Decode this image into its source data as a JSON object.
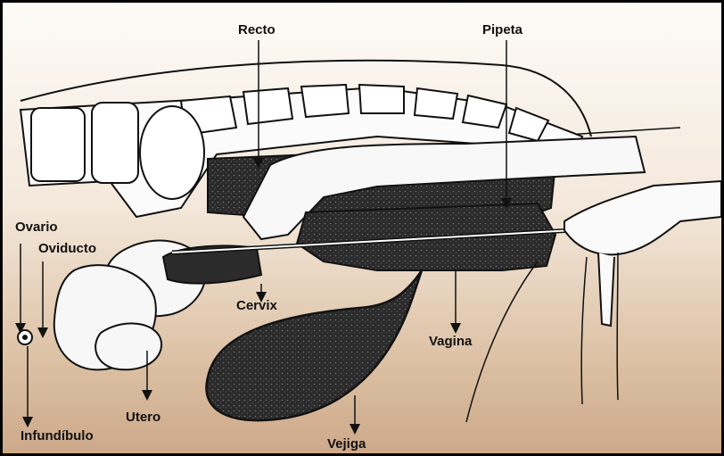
{
  "diagram": {
    "labels": {
      "recto": "Recto",
      "pipeta": "Pipeta",
      "ovario": "Ovario",
      "oviducto": "Oviducto",
      "cervix": "Cervix",
      "vagina": "Vagina",
      "utero": "Utero",
      "infundibulo": "Infundíbulo",
      "vejiga": "Vejiga"
    }
  }
}
